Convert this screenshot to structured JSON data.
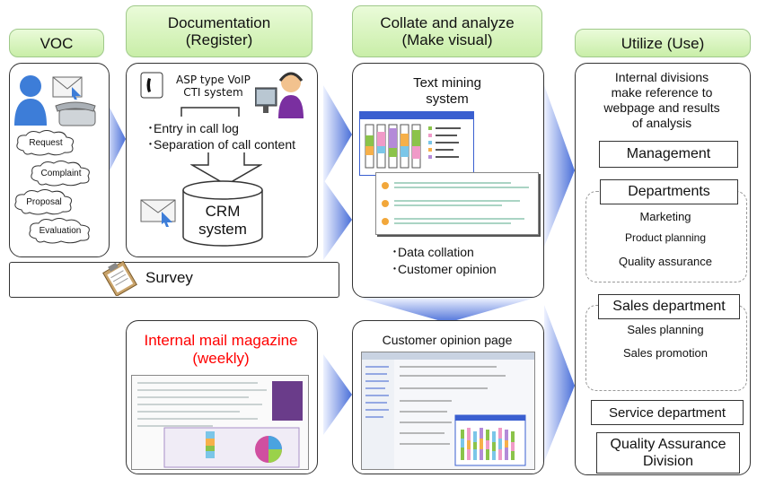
{
  "headers": {
    "voc": "VOC",
    "documentation": "Documentation\n(Register)",
    "collate": "Collate and analyze\n(Make visual)",
    "utilize": "Utilize (Use)"
  },
  "voc": {
    "clouds": [
      "Request",
      "Complaint",
      "Proposal",
      "Evaluation"
    ],
    "survey": "Survey"
  },
  "documentation": {
    "asp": "ASP type VoIP\nCTI system",
    "bullets": "･Entry in call log\n･Separation of call content",
    "crm": "CRM\nsystem",
    "mail_magazine": "Internal mail magazine\n(weekly)"
  },
  "collate": {
    "text_mining": "Text mining\nsystem",
    "bullets": "･Data collation\n･Customer opinion",
    "customer_page": "Customer opinion page"
  },
  "utilize": {
    "intro": "Internal divisions\nmake reference to\nwebpage and results\nof analysis",
    "management": "Management",
    "departments": "Departments",
    "dept_items": [
      "Marketing",
      "Product planning",
      "Quality assurance"
    ],
    "sales": "Sales department",
    "sales_items": [
      "Sales planning",
      "Sales promotion"
    ],
    "service": "Service department",
    "qa_division": "Quality Assurance\nDivision"
  },
  "colors": {
    "header_fill": "#d3f2b8",
    "arrow_fill": "#4a6fd8",
    "mail_magazine_text": "#ff0000"
  }
}
